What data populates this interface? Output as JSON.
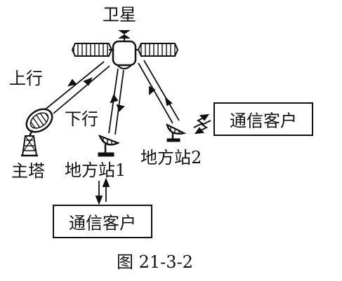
{
  "satellite_label": "卫星",
  "uplink_label": "上行",
  "downlink_label": "下行",
  "main_tower_label": "主塔",
  "ground_station_1_label": "地方站1",
  "ground_station_2_label": "地方站2",
  "client_box_right": "通信客户",
  "client_box_bottom": "通信客户",
  "caption": "图 21-3-2"
}
